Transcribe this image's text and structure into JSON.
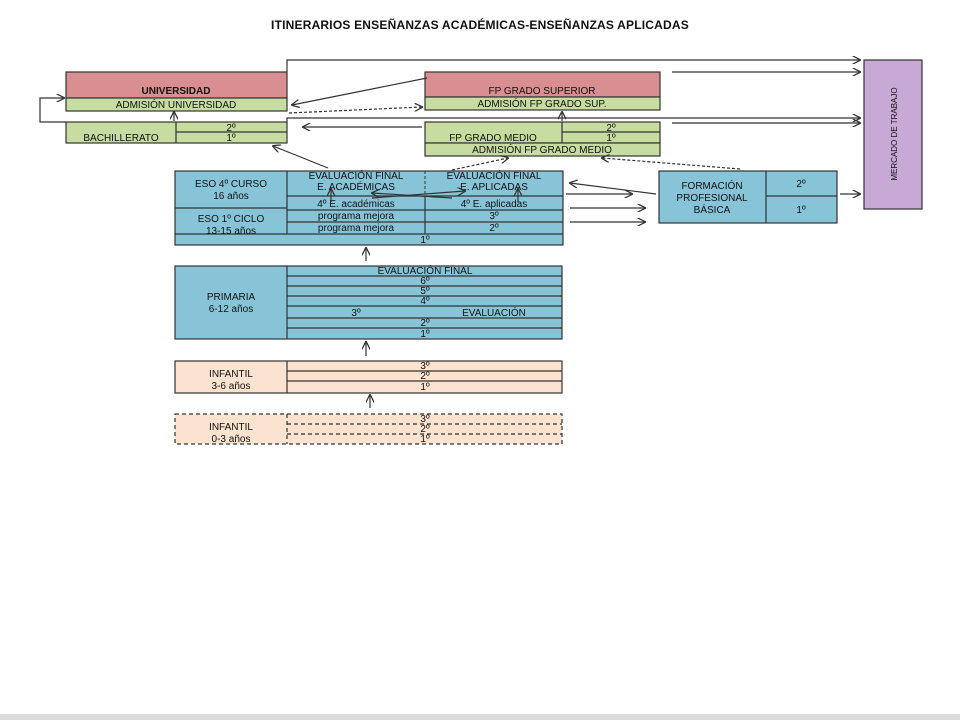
{
  "title": "ITINERARIOS ENSEÑANZAS ACADÉMICAS-ENSEÑANZAS APLICADAS",
  "universidad": {
    "label": "UNIVERSIDAD",
    "admision": "ADMISIÓN UNIVERSIDAD"
  },
  "fp_superior": {
    "label": "FP GRADO SUPERIOR",
    "admision": "ADMISIÓN FP GRADO SUP."
  },
  "bachillerato": {
    "label": "BACHILLERATO",
    "curso2": "2º",
    "curso1": "1º"
  },
  "fp_medio": {
    "label": "FP GRADO MEDIO",
    "curso2": "2º",
    "curso1": "1º",
    "admision": "ADMISIÓN FP GRADO MEDIO"
  },
  "mercado": {
    "label": "MERCADO DE TRABAJO"
  },
  "eso4": {
    "label1": "ESO 4º CURSO",
    "label2": "16 años",
    "eval_acad_1": "EVALUACIÓN FINAL",
    "eval_acad_2": "E. ACADÉMICAS",
    "eval_apl_1": "EVALUACIÓN FINAL",
    "eval_apl_2": "E. APLICADAS",
    "academicas": "4º E. académicas",
    "aplicadas": "4º E. aplicadas"
  },
  "eso1": {
    "label1": "ESO 1º CICLO",
    "label2": "13-15 años",
    "programa1": "programa mejora",
    "curso3": "3º",
    "programa2": "programa mejora",
    "curso2": "2º",
    "curso1": "1º"
  },
  "fpb": {
    "label1": "FORMACIÓN",
    "label2": "PROFESIONAL",
    "label3": "BÁSICA",
    "curso2": "2º",
    "curso1": "1º"
  },
  "primaria": {
    "label1": "PRIMARIA",
    "label2": "6-12 años",
    "evaluacion_final": "EVALUACIÓN FINAL",
    "curso6": "6º",
    "curso5": "5º",
    "curso4": "4º",
    "curso3": "3º",
    "evaluacion": "EVALUACIÓN",
    "curso2": "2º",
    "curso1": "1º"
  },
  "infantil36": {
    "label1": "INFANTIL",
    "label2": "3-6 años",
    "curso3": "3º",
    "curso2": "2º",
    "curso1": "1º"
  },
  "infantil03": {
    "label1": "INFANTIL",
    "label2": "0-3 años",
    "curso3": "3º",
    "curso2": "2º",
    "curso1": "1º"
  },
  "colors": {
    "universidad": "#d98f91",
    "admision": "#c6dca0",
    "eso": "#87c4d8",
    "infantil": "#fbe3d0",
    "mercado": "#c8a9d6"
  }
}
